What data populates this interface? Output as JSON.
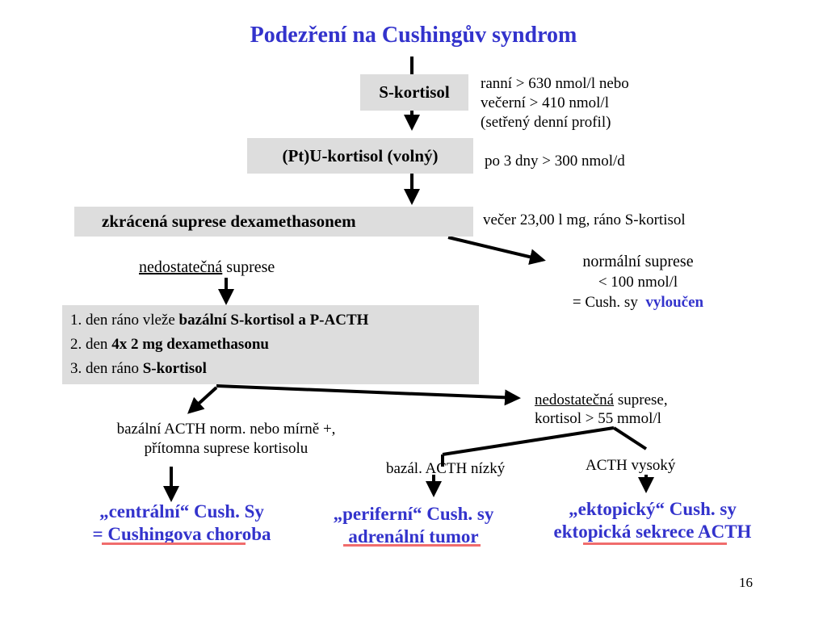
{
  "title": "Podezření na Cushingův syndrom",
  "s_kortisol": {
    "label": "S-kortisol",
    "note_lines": [
      "ranní > 630 nmol/l nebo",
      "večerní > 410 nmol/l",
      "(setřený denní profil)"
    ]
  },
  "u_kortisol": {
    "label": "(Pt)U-kortisol (volný)",
    "note": "po 3 dny > 300 nmol/d"
  },
  "zkracena": {
    "label": "zkrácená suprese dexamethasonem",
    "note": "večer 23,00 l mg, ráno S-kortisol"
  },
  "nedostatecna1": {
    "underlined": "nedostatečná",
    "rest": " suprese"
  },
  "normalni": {
    "line1": "normální suprese",
    "line2": "< 100 nmol/l",
    "line3_prefix": "= Cush. sy",
    "line3_emphasis": "vyloučen"
  },
  "protocol": [
    {
      "plain": "1. den ráno vleže ",
      "bold": "bazální S-kortisol a P-ACTH"
    },
    {
      "plain": "2. den ",
      "bold": "4x 2 mg dexamethasonu"
    },
    {
      "plain": "3. den ráno ",
      "bold": "S-kortisol"
    }
  ],
  "left_branch": {
    "line1": "bazální ACTH norm. nebo mírně +,",
    "line2": "přítomna suprese kortisolu"
  },
  "right_branch": {
    "line1_underlined": "nedostatečná",
    "line1_rest": " suprese,",
    "line2": "kortisol > 55 mmol/l"
  },
  "acth_low": "bazál. ACTH nízký",
  "acth_high": "ACTH vysoký",
  "results": {
    "central": {
      "line1": "„centrální“ Cush. Sy",
      "line2": "= Cushingova choroba"
    },
    "peripheral": {
      "line1": "„periferní“ Cush. sy",
      "line2": "adrenální tumor"
    },
    "ectopic": {
      "line1": "„ektopický“ Cush. sy",
      "line2": "ektopická sekrece ACTH"
    }
  },
  "page_number": "16",
  "colors": {
    "title": "#3333cc",
    "box": "#dddddd",
    "highlight": "#f06c6c",
    "arrow": "#000000"
  }
}
